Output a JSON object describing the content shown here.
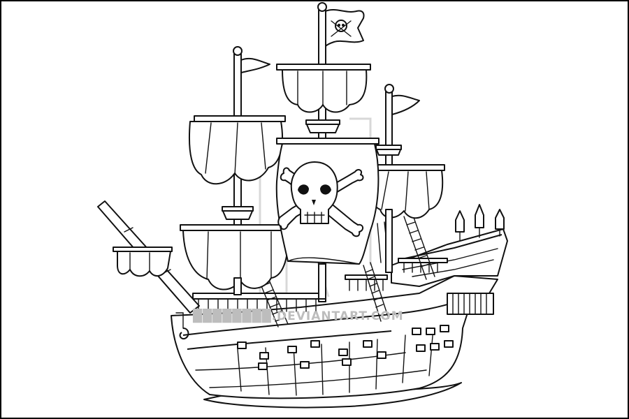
{
  "image": {
    "subject": "pirate-ship-line-art",
    "style": "black-and-white coloring page outline"
  },
  "watermark": {
    "text": "████████.DEVIANTART.COM",
    "color": "#bdbdbd"
  },
  "colors": {
    "line": "#111111",
    "background": "#ffffff"
  }
}
